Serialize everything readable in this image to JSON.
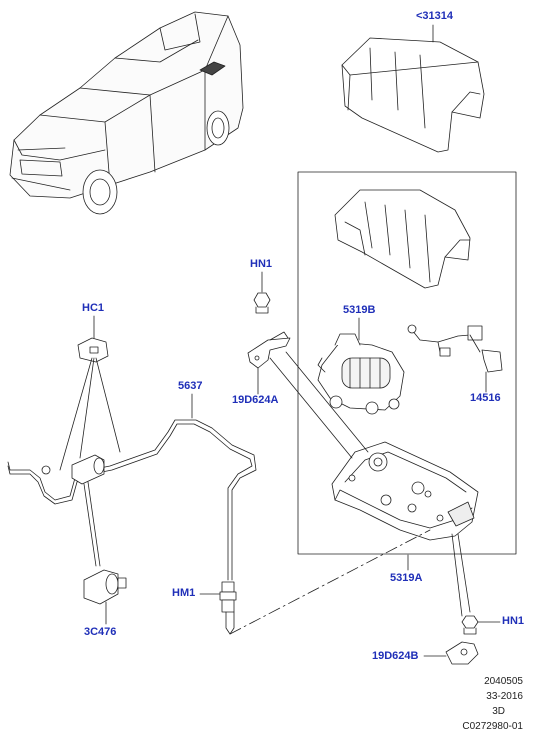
{
  "callouts": {
    "cover_top": "<31314",
    "hn1_top": "HN1",
    "hc1": "HC1",
    "c5319b": "5319B",
    "c5637": "5637",
    "c19d624a": "19D624A",
    "c14516": "14516",
    "c5319a": "5319A",
    "hm1": "HM1",
    "c3c476": "3C476",
    "hn1_right": "HN1",
    "c19d624b": "19D624B"
  },
  "footer": {
    "line1": "2040505",
    "line2": "33-2016",
    "line3": "3D",
    "line4": "C0272980-01"
  }
}
